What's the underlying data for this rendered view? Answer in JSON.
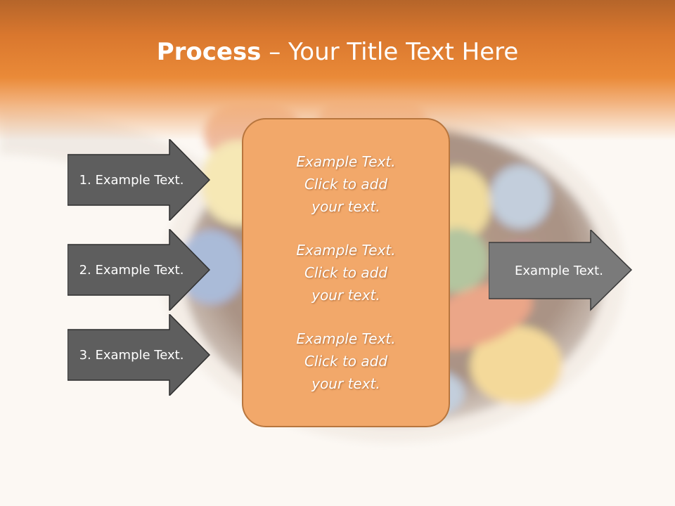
{
  "title": {
    "bold": "Process",
    "rest": " – Your Title Text Here"
  },
  "left_items": [
    {
      "label": "1. Example Text."
    },
    {
      "label": "2. Example Text."
    },
    {
      "label": "3. Example Text."
    }
  ],
  "center_panel": {
    "blocks": [
      {
        "lines": [
          "Example Text.",
          "Click  to add",
          "your text."
        ]
      },
      {
        "lines": [
          "Example Text.",
          "Click  to add",
          "your text."
        ]
      },
      {
        "lines": [
          "Example Text.",
          "Click  to add",
          "your text."
        ]
      }
    ]
  },
  "right_item": {
    "label": "Example Text."
  },
  "colors": {
    "header_orange": "#ea8a38",
    "panel_fill": "#f2a86a",
    "panel_border": "#b8763e",
    "left_arrow_fill": "#5e5e5e",
    "right_arrow_fill": "#7a7a7a"
  },
  "background_image": "spoon-with-pills-photo"
}
